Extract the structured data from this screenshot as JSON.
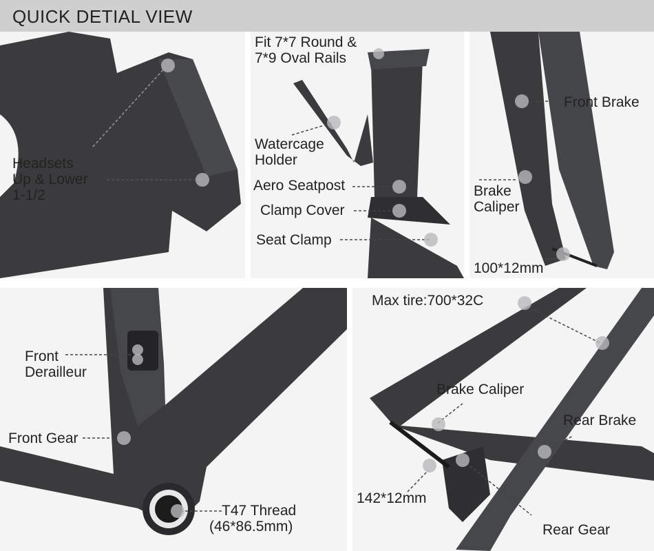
{
  "header": {
    "title": "QUICK DETIAL  VIEW"
  },
  "panels": {
    "head_tube": {
      "label_line1": "Headsets",
      "label_line2": "Up & Lower",
      "label_line3": "1-1/2"
    },
    "seatpost": {
      "rails_line1": "Fit 7*7 Round &",
      "rails_line2": "7*9 Oval Rails",
      "watercage_line1": "Watercage",
      "watercage_line2": "Holder",
      "aero_seatpost": "Aero Seatpost",
      "clamp_cover": "Clamp Cover",
      "seat_clamp": "Seat Clamp"
    },
    "fork": {
      "front_brake": "Front Brake",
      "brake_caliper_line1": "Brake",
      "brake_caliper_line2": "Caliper",
      "axle": "100*12mm"
    },
    "bottom_bracket": {
      "front_derailleur_line1": "Front",
      "front_derailleur_line2": "Derailleur",
      "front_gear": "Front Gear",
      "thread_line1": "T47 Thread",
      "thread_line2": "(46*86.5mm)"
    },
    "rear": {
      "max_tire": "Max tire:700*32C",
      "brake_caliper": "Brake Caliper",
      "rear_brake": "Rear Brake",
      "axle": "142*12mm",
      "rear_gear": "Rear Gear"
    }
  },
  "colors": {
    "frame": "#3b3b3d",
    "frame_light": "#55565a",
    "header_bg": "#cfcfcf",
    "panel_bg": "#f4f4f4",
    "dot": "#b9b9bb"
  }
}
